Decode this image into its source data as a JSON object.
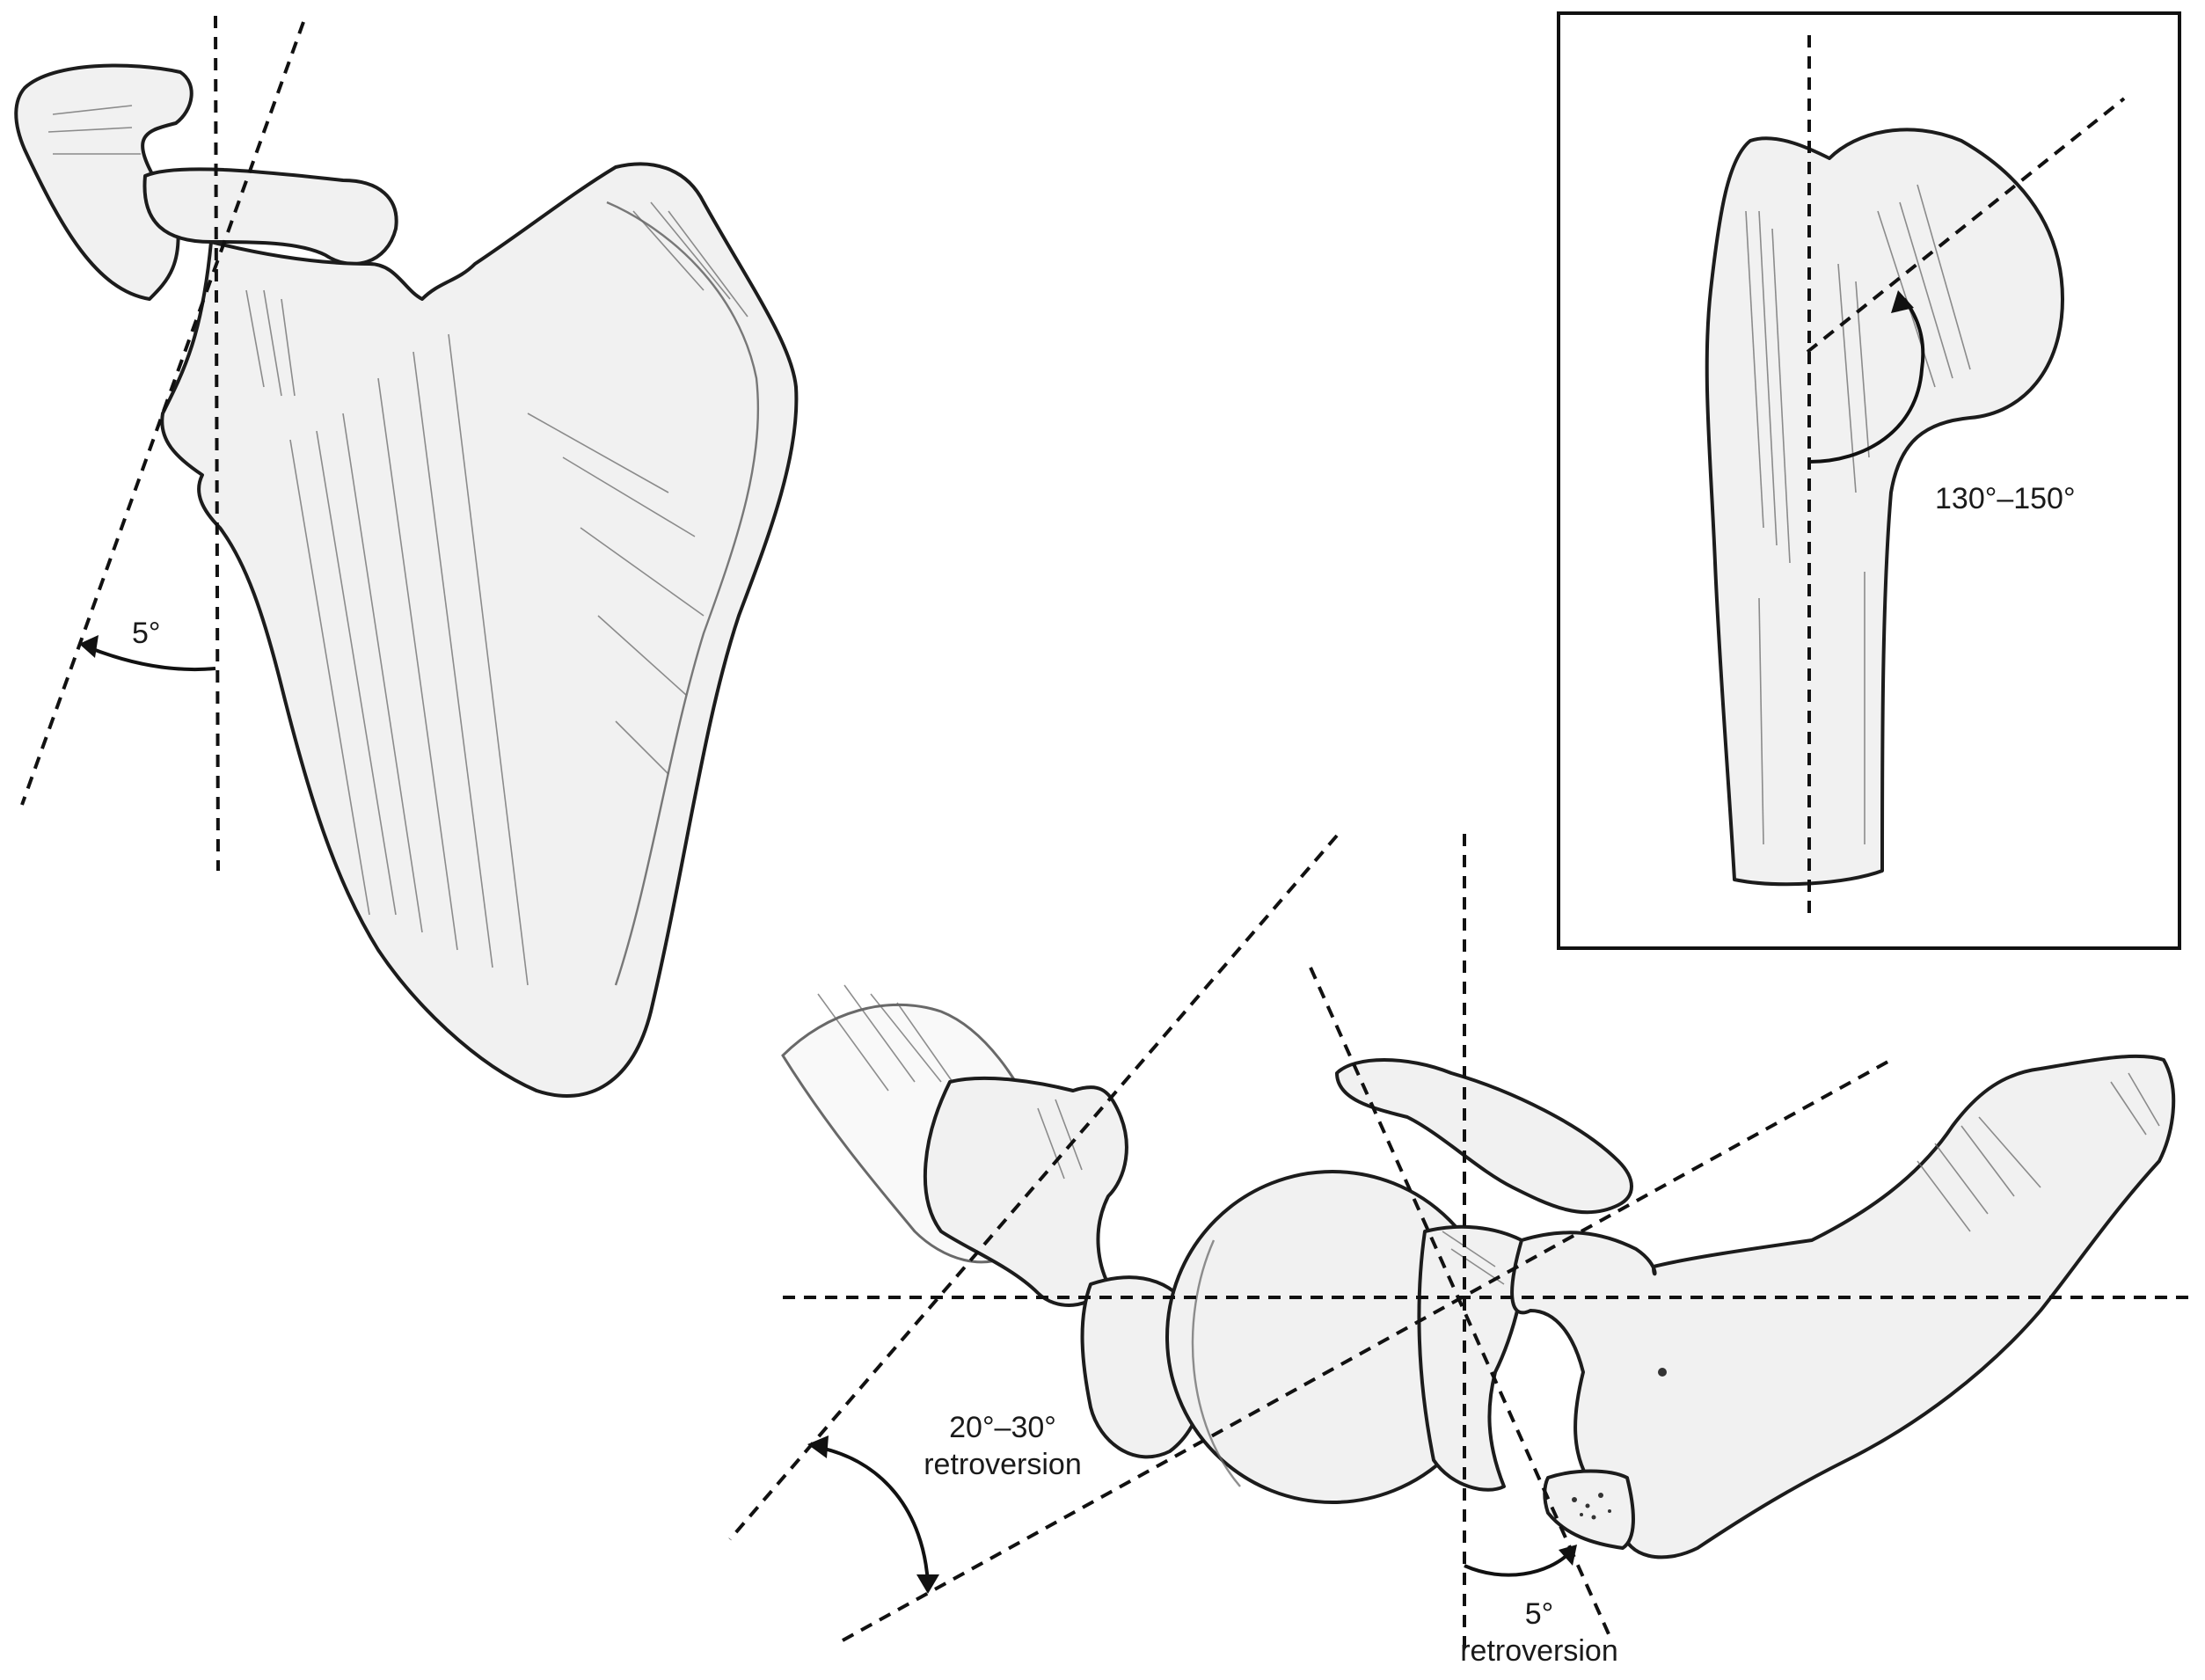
{
  "labels": {
    "scapula_angle": "5°",
    "inset_angle": "130°–150°",
    "humeral_retroversion_angle": "20°–30°",
    "humeral_retroversion_word": "retroversion",
    "glenoid_angle": "5°",
    "glenoid_retroversion_word": "retroversion"
  },
  "colors": {
    "ink": "#111111",
    "bone_fill": "#f1f1f1",
    "background": "#ffffff"
  }
}
